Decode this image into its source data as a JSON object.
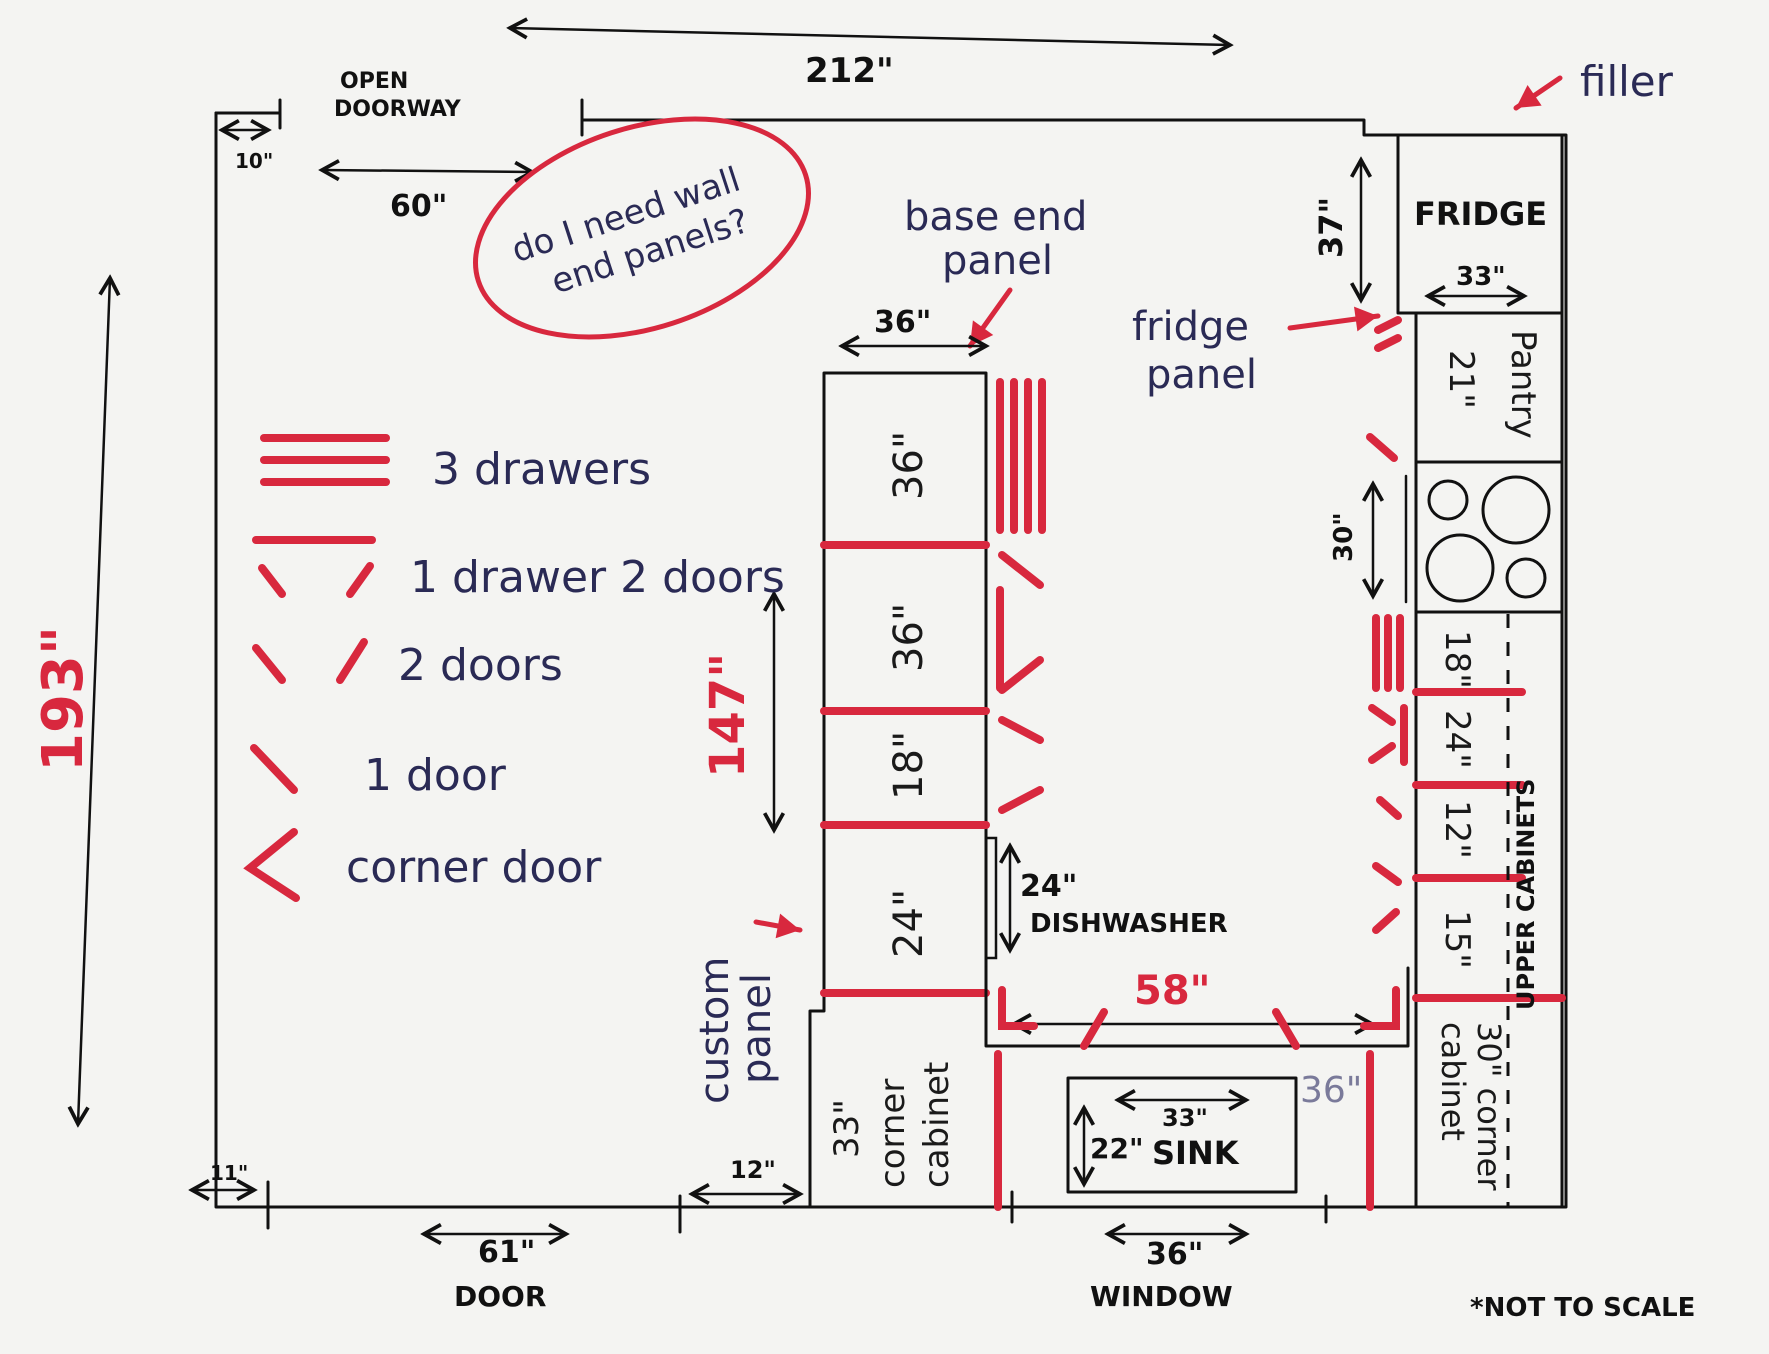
{
  "labels": {
    "top_width": "212\"",
    "open_doorway": "OPEN DOORWAY",
    "doorway_offset": "10\"",
    "doorway_width": "60\"",
    "question": "do I need wall end panels?",
    "filler": "filler",
    "fridge": "FRIDGE",
    "fridge_depth": "37\"",
    "fridge_width": "33\"",
    "base_end_panel": "base end panel",
    "island_top": "36\"",
    "fridge_panel": "fridge panel",
    "left_height": "193\"",
    "run_147": "147\"",
    "cab_36a": "36\"",
    "cab_36b": "36\"",
    "cab_18": "18\"",
    "cab_24": "24\"",
    "custom_panel": "custom panel",
    "corner_33": "33\" corner cabinet",
    "dishwasher_w": "24\"",
    "dishwasher": "DISHWASHER",
    "span_58": "58\"",
    "sink_w": "33\"",
    "sink_d": "22\"",
    "sink": "SINK",
    "sink_base": "36\"",
    "pantry": "Pantry",
    "pantry_w": "21\"",
    "range_w": "30\"",
    "r18": "18\"",
    "r24": "24\"",
    "r12": "12\"",
    "r15": "15\"",
    "upper_cabinets": "UPPER CABINETS",
    "corner_30": "30\" corner cabinet",
    "bottom_left": "11\"",
    "door_w": "61\"",
    "door": "DOOR",
    "bottom_12": "12\"",
    "window_w": "36\"",
    "window": "WINDOW",
    "not_to_scale": "*NOT TO SCALE"
  },
  "legend": [
    {
      "label": "3 drawers",
      "icon": "three-drawers-icon"
    },
    {
      "label": "1 drawer 2 doors",
      "icon": "drawer-doors-icon"
    },
    {
      "label": "2 doors",
      "icon": "two-doors-icon"
    },
    {
      "label": "1 door",
      "icon": "one-door-icon"
    },
    {
      "label": "corner door",
      "icon": "corner-door-icon"
    }
  ],
  "colors": {
    "ink": "#111111",
    "marker_red": "#d8283e",
    "pen_blue": "#2a2a55"
  }
}
